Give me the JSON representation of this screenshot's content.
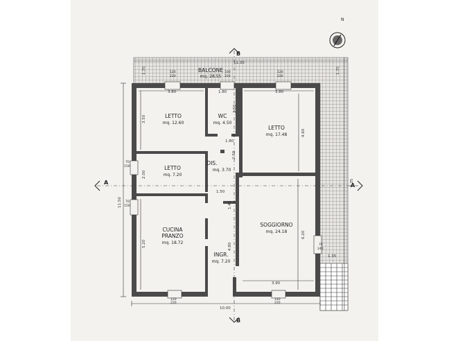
{
  "plan": {
    "rooms": [
      {
        "name": "BALCONE",
        "area": "mq. 28.55"
      },
      {
        "name": "LETTO",
        "area": "mq. 12.60"
      },
      {
        "name": "WC",
        "area": "mq. 4.50"
      },
      {
        "name": "LETTO",
        "area": "mq. 17.48"
      },
      {
        "name": "LETTO",
        "area": "mq. 7.20"
      },
      {
        "name": "DIS.",
        "area": "mq. 3.70"
      },
      {
        "name": "CUCINA\nPRANZO",
        "area": "mq. 18.72"
      },
      {
        "name": "SOGGIORNO",
        "area": "mq. 24.18"
      },
      {
        "name": "INGR.",
        "area": "mq. 7.20"
      }
    ],
    "section_marks": {
      "top": "B",
      "bottom": "B",
      "left": "A",
      "right": "A"
    },
    "north_label": "N",
    "dims": {
      "overall_width": "10.00",
      "overall_height": "11.50",
      "top_total": "11.30",
      "right_total": "9.35",
      "balcony_depth_left": "1.35",
      "balcony_depth_right": "1.35",
      "right_lower": "1.35",
      "r1_width": "3.80",
      "wc_width": "1.80",
      "r3_width": "3.80",
      "r1_height": "3.50",
      "wc_height": "2.50",
      "wc_door": "1.80",
      "r3_height": "4.60",
      "dis_height": "2.50",
      "r4_height": "2.00",
      "dis_width": "1.50",
      "ingr_height": "4.80",
      "soggiorno_height": "6.20",
      "soggiorno_width": "3.90",
      "cucina_height": "5.20",
      "win_a": "70\n150",
      "win_b": "70\n150",
      "win_c": "70\n240",
      "door1": "120\n220",
      "door2": "120\n220",
      "door3": "100\n220",
      "door4": "120\n220",
      "door5": "140\n220",
      "small_140": "1.40",
      "small_150": "1.50"
    }
  }
}
